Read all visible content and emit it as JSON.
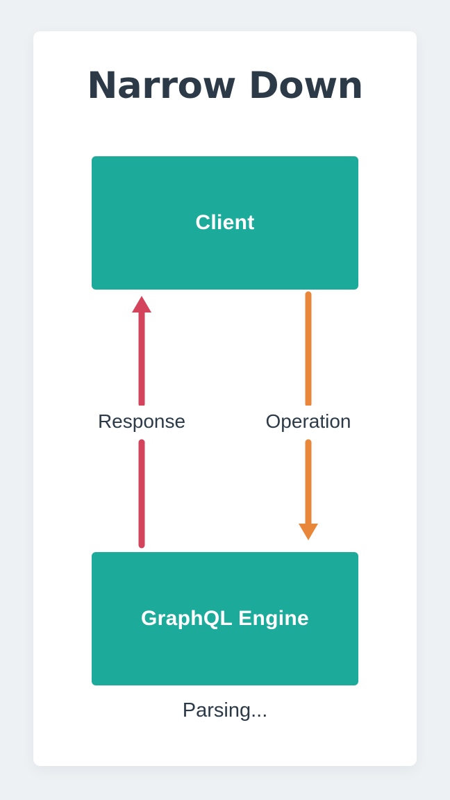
{
  "theme": {
    "page_background": "#edf1f4",
    "card_background": "#ffffff",
    "node_color": "#1caa9b",
    "node_text_color": "#ffffff",
    "text_color": "#2c3a48",
    "response_arrow_color": "#d4435c",
    "operation_arrow_color": "#e8863a"
  },
  "card": {
    "title": "Narrow Down",
    "status": "Parsing..."
  },
  "diagram": {
    "type": "sequence-flow",
    "nodes": [
      {
        "id": "client",
        "label": "Client"
      },
      {
        "id": "engine",
        "label": "GraphQL Engine"
      }
    ],
    "edges": [
      {
        "id": "response",
        "label": "Response",
        "from": "engine",
        "to": "client",
        "direction": "up",
        "color": "#d4435c",
        "arrowhead": "at-client"
      },
      {
        "id": "operation",
        "label": "Operation",
        "from": "client",
        "to": "engine",
        "direction": "down",
        "color": "#e8863a",
        "arrowhead": "at-engine"
      }
    ]
  }
}
